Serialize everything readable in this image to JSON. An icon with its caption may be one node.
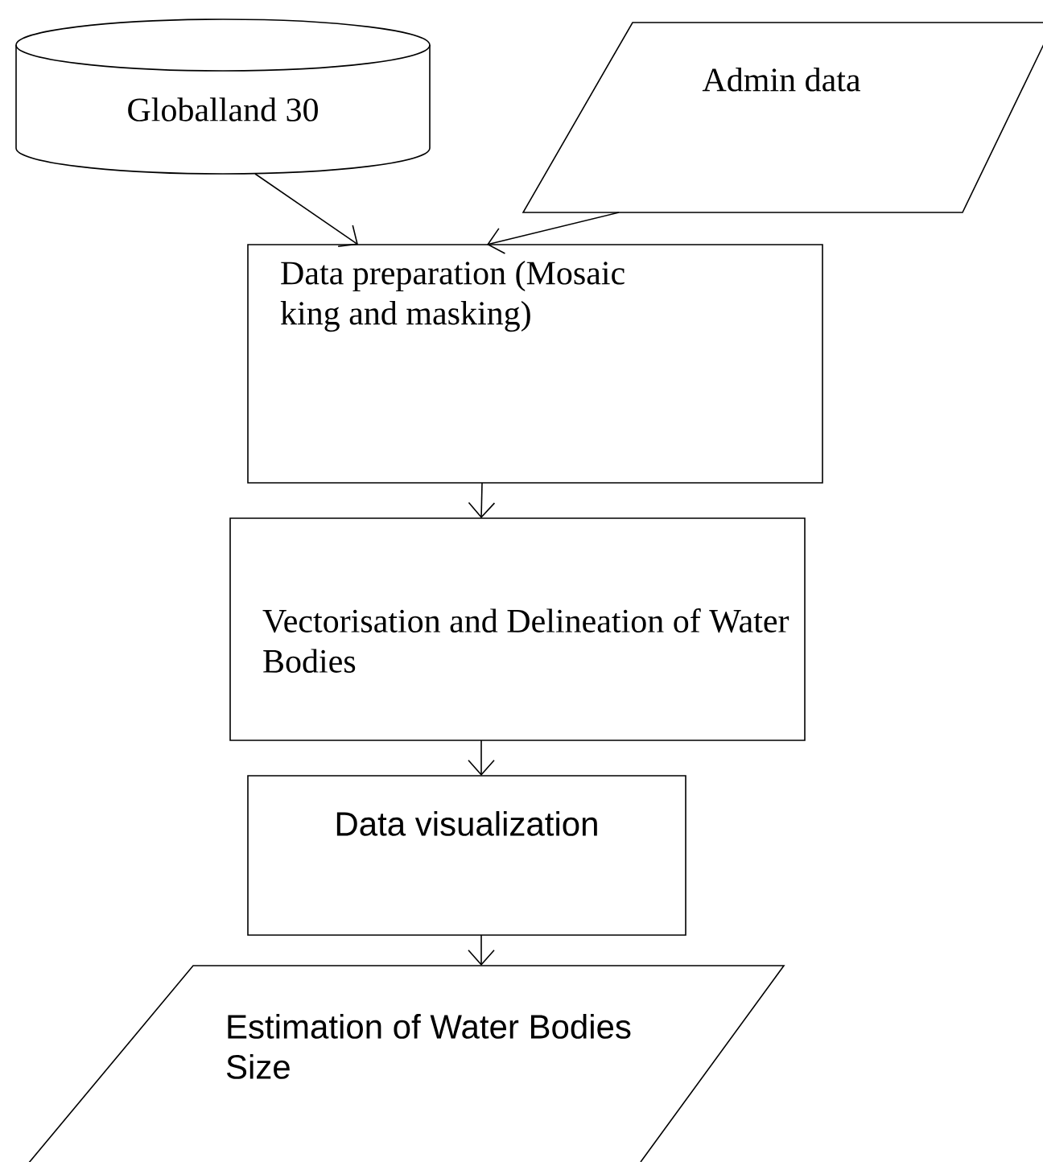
{
  "diagram": {
    "nodes": [
      {
        "text": [
          "Globalland 30"
        ]
      },
      {
        "text": [
          "Admin data"
        ]
      },
      {
        "text": [
          "Data preparation (Mosaic king and masking)"
        ]
      },
      {
        "text": [
          "Vectorisation and Delineation of Water Bodies"
        ]
      },
      {
        "text": [
          "Data visualization"
        ]
      },
      {
        "text": [
          "Estimation of Water Bodies Size"
        ]
      }
    ],
    "edges": [
      {
        "from": 0,
        "to": 2,
        "arrow": "to"
      },
      {
        "from": 1,
        "to": 2,
        "arrow": "to"
      },
      {
        "from": 2,
        "to": 3,
        "arrow": "to"
      },
      {
        "from": 3,
        "to": 4,
        "arrow": "to"
      },
      {
        "from": 4,
        "to": 5,
        "arrow": "to"
      }
    ]
  }
}
